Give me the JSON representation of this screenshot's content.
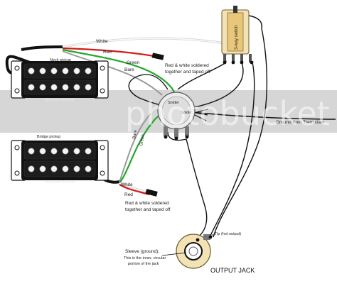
{
  "watermark": "photobucket",
  "colors": {
    "white_wire": "#f2f2f2",
    "red_wire": "#d41a1a",
    "green_wire": "#24a62b",
    "bare_wire": "#9a9a9a",
    "black_wire": "#111111",
    "switch_body": "#e8c77a",
    "band": "#d6d6d6"
  },
  "components": {
    "neck_pickup": {
      "label": "Neck pickup",
      "brand": "Seymour Duncan"
    },
    "bridge_pickup": {
      "label": "Bridge pickup",
      "brand": "Seymour Duncan"
    },
    "switch": {
      "label": "3-way switch"
    },
    "pot": {
      "solder_label_1": "Solder",
      "solder_label_2": "Solder"
    },
    "jack": {
      "label": "OUTPUT JACK"
    }
  },
  "wire_labels": {
    "neck_white": "White",
    "neck_red": "Red",
    "neck_green": "Green",
    "neck_bare": "Bare",
    "bridge_bare": "Bare",
    "bridge_green": "Green",
    "bridge_white": "White",
    "bridge_red": "Red"
  },
  "notes": {
    "neck_taped_line1": "Red & white soldered",
    "neck_taped_line2": "together and taped off",
    "bridge_taped_line1": "Red & white soldered",
    "bridge_taped_line2": "together and taped off",
    "trem_ground": "Ground from Trem claw",
    "tip": "Tip (hot output)",
    "sleeve_line1": "Sleeve (ground).",
    "sleeve_line2": "This is the inner, circular",
    "sleeve_line3": "portion of the jack"
  }
}
